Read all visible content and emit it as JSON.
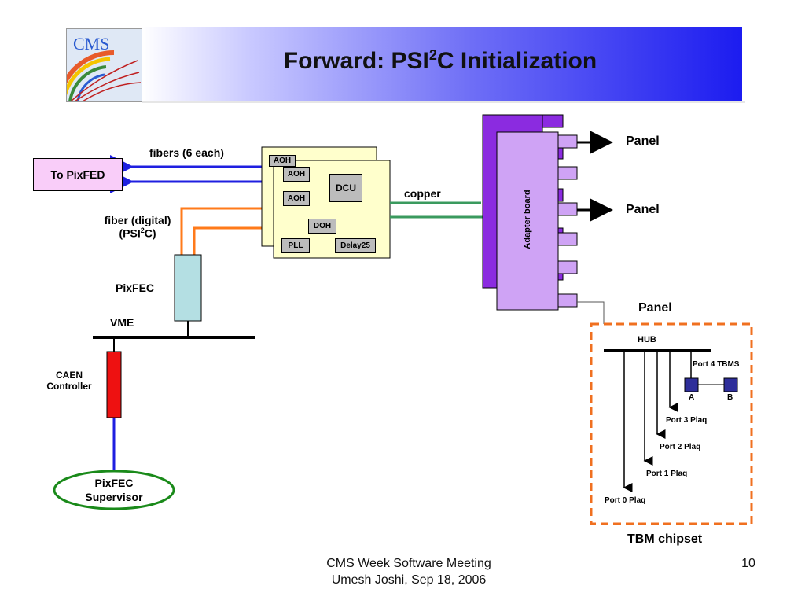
{
  "slide": {
    "title_main": "Forward: PSI",
    "title_sup": "2",
    "title_end": "C Initialization",
    "logo_text": "CMS",
    "page_number": "10",
    "footer_line1": "CMS Week Software Meeting",
    "footer_line2": "Umesh Joshi, Sep 18, 2006"
  },
  "diagram": {
    "to_pixfed": "To PixFED",
    "fibers_label": "fibers (6 each)",
    "fiber_digital_line1": "fiber (digital)",
    "fiber_digital_line2_pre": "(PSI",
    "fiber_digital_sup": "2",
    "fiber_digital_line2_post": "C)",
    "pixfec": "PixFEC",
    "vme": "VME",
    "caen_line1": "CAEN",
    "caen_line2": "Controller",
    "supervisor_line1": "PixFEC",
    "supervisor_line2": "Supervisor",
    "copper": "copper",
    "adapter_board": "Adapter board",
    "panel_1": "Panel",
    "panel_2": "Panel",
    "panel_3": "Panel",
    "chips": {
      "aoh_back": "AOH",
      "aoh_1": "AOH",
      "aoh_2": "AOH",
      "dcu": "DCU",
      "doh": "DOH",
      "pll": "PLL",
      "delay25": "Delay25"
    },
    "tbm": {
      "hub": "HUB",
      "port4": "Port 4 TBMS",
      "tbm_a": "A",
      "tbm_b": "B",
      "port3": "Port 3 Plaq",
      "port2": "Port 2 Plaq",
      "port1": "Port 1 Plaq",
      "port0": "Port 0 Plaq",
      "chipset": "TBM chipset"
    }
  },
  "colors": {
    "fiber_blue": "#1f1fe0",
    "fiber_orange": "#ff7a1a",
    "copper_green": "#3a9a5e",
    "adapter_dark": "#8b2be0",
    "adapter_light": "#cfa3f5",
    "ccu_board": "#ffffcc",
    "pixfec_box": "#b4dfe3",
    "caen_red": "#ee1111",
    "supervisor_green": "#1a8a1a",
    "tbm_orange": "#f07020",
    "tbm_chip": "#2e2e9a"
  }
}
